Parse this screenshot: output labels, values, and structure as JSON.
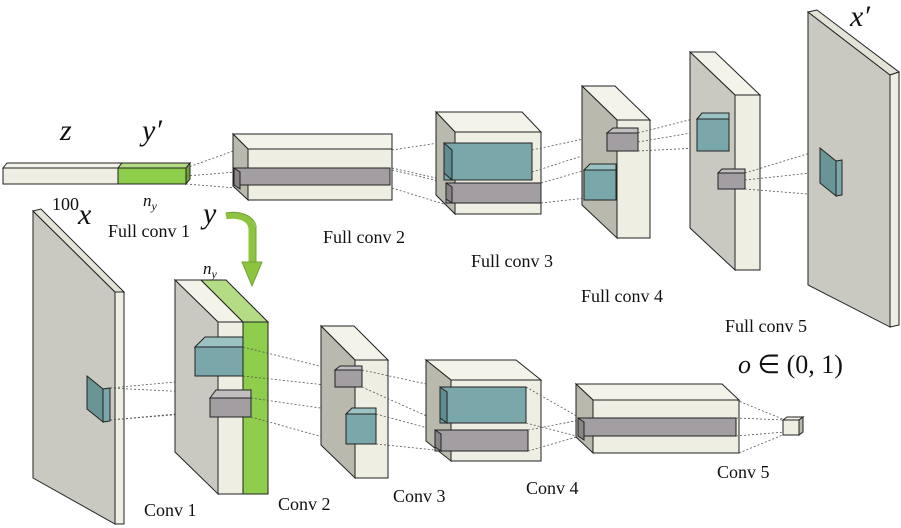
{
  "generator": {
    "input_labels": {
      "z": "z",
      "y_prime": "y′",
      "z_size": "100",
      "y_size": "n",
      "y_size_sub": "y"
    },
    "layers": [
      "Full conv 1",
      "Full conv 2",
      "Full conv 3",
      "Full conv 4",
      "Full conv 5"
    ],
    "output_label": "x′"
  },
  "discriminator": {
    "input_label": "x",
    "condition_label": "y",
    "condition_size": "n",
    "condition_size_sub": "y",
    "layers": [
      "Conv 1",
      "Conv 2",
      "Conv 3",
      "Conv 4",
      "Conv 5"
    ],
    "output_label_var": "o",
    "output_label_rest": " ∈ (0, 1)"
  },
  "colors": {
    "block_face": "#efeee2",
    "block_side": "#b9b9ad",
    "plane": "#c9c9c1",
    "kernel_teal": "#7aa7a9",
    "kernel_gray": "#a39ea1",
    "label_green": "#8fcd4c",
    "arrow_green": "#8cc43f"
  }
}
